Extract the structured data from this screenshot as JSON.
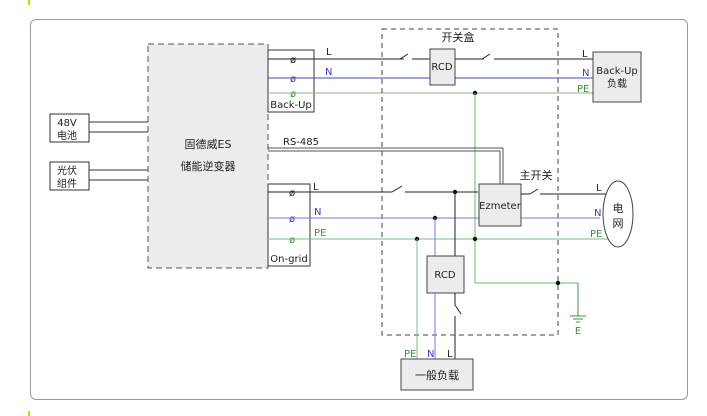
{
  "colors": {
    "L": "#222222",
    "N": "#3b3bb8",
    "PE": "#3d8f3d",
    "N_line": "#6a6ad0",
    "PE_line": "#7bbf7b",
    "box_fill": "#ececec",
    "box_stroke": "#444444"
  },
  "inverter": {
    "line1": "固德威ES",
    "line2": "储能逆变器"
  },
  "battery": {
    "line1": "48V",
    "line2": "电池"
  },
  "pv": {
    "line1": "光伏",
    "line2": "组件"
  },
  "backup_terminal": {
    "label": "Back-Up",
    "symbol": "ø"
  },
  "ongrid_terminal": {
    "label": "On-grid",
    "symbol": "ø"
  },
  "rs485": "RS-485",
  "switchbox": {
    "title": "开关盒"
  },
  "rcd_top": "RCD",
  "rcd_bottom": "RCD",
  "ezmeter": "Ezmeter",
  "main_switch": "主开关",
  "backup_load": {
    "line1": "Back-Up",
    "line2": "负载"
  },
  "grid": {
    "line1": "电",
    "line2": "网"
  },
  "general_load": "一般负载",
  "ground": "E",
  "wire_labels": {
    "L": "L",
    "N": "N",
    "PE": "PE"
  }
}
